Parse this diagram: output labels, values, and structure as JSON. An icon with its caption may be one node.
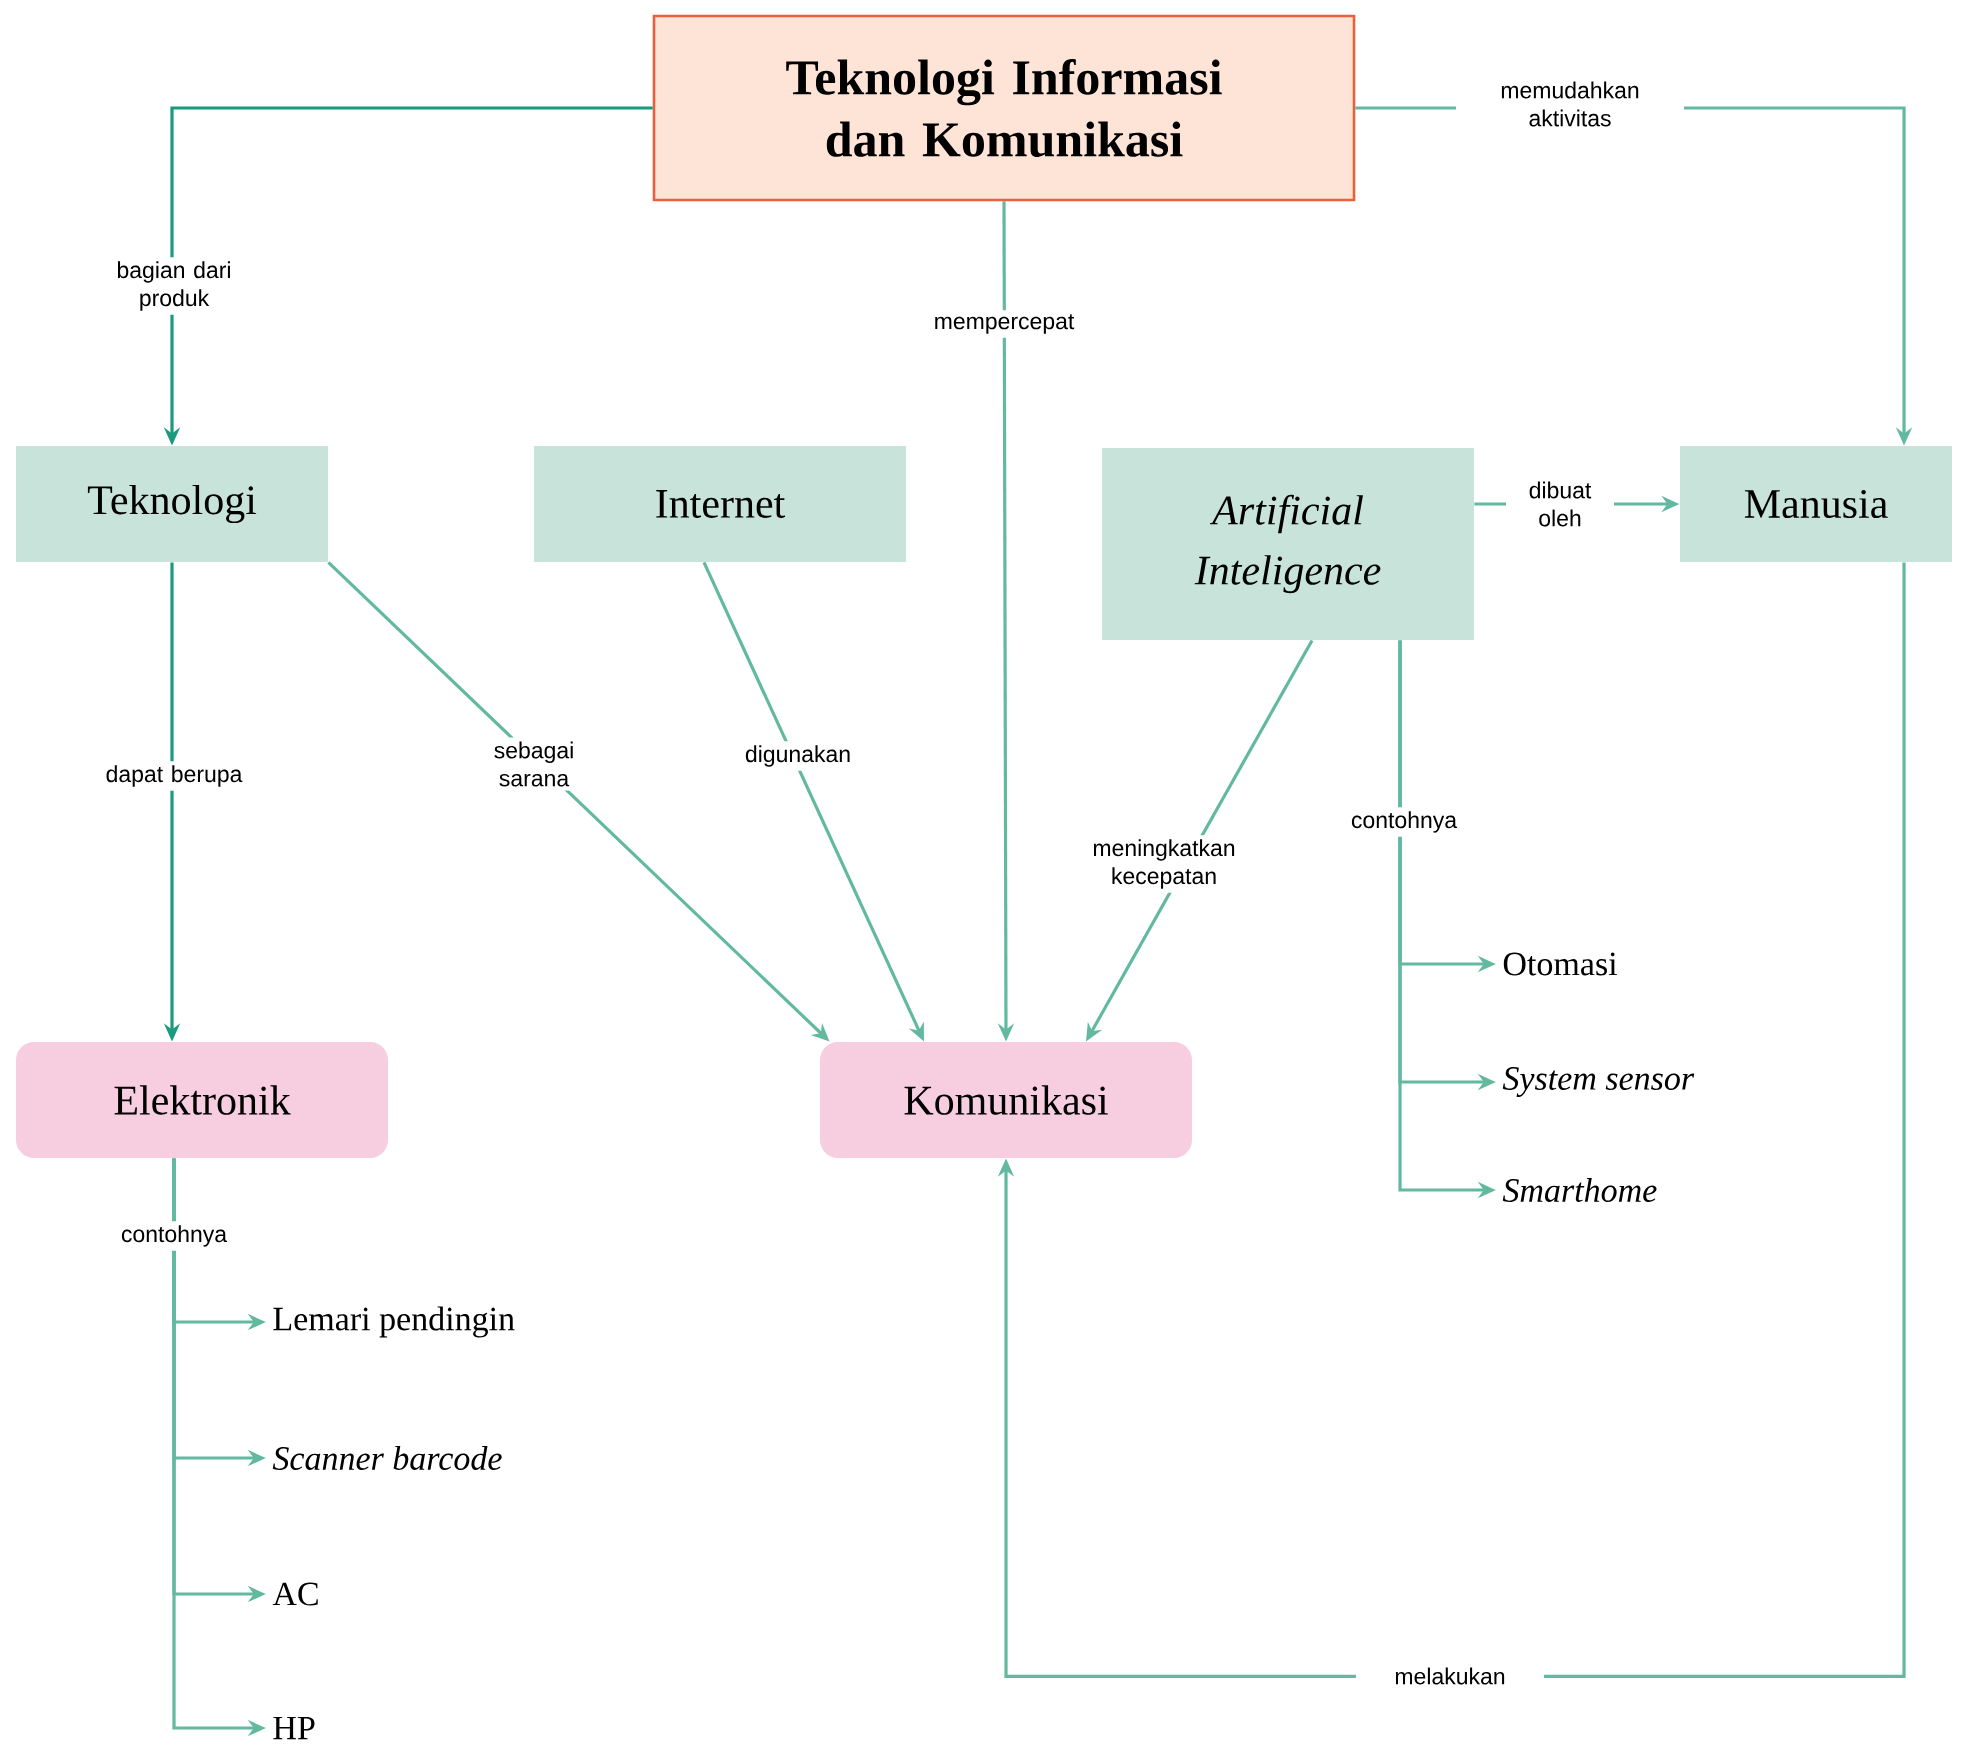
{
  "diagram": {
    "nodes": [
      {
        "text": [
          "Teknologi Informasi dan Komunikasi"
        ]
      },
      {
        "text": [
          "Teknologi"
        ]
      },
      {
        "text": [
          "Internet"
        ]
      },
      {
        "text": [
          "Artificial Inteligence"
        ]
      },
      {
        "text": [
          "Manusia"
        ]
      },
      {
        "text": [
          "Elektronik"
        ]
      },
      {
        "text": [
          "Komunikasi"
        ]
      },
      {
        "text": [
          "Otomasi"
        ]
      },
      {
        "text": [
          "System sensor"
        ]
      },
      {
        "text": [
          "Smarthome"
        ]
      },
      {
        "text": [
          "Lemari pendingin"
        ]
      },
      {
        "text": [
          "Scanner barcode"
        ]
      },
      {
        "text": [
          "AC"
        ]
      },
      {
        "text": [
          "HP"
        ]
      }
    ],
    "edges": [
      {
        "from": 0,
        "to": 1,
        "arrow": "to",
        "label": "bagian dari produk",
        "color": "#1a9a7e"
      },
      {
        "from": 0,
        "to": 6,
        "arrow": "to",
        "label": "mempercepat"
      },
      {
        "from": 0,
        "to": 4,
        "arrow": "to",
        "label": "memudahkan aktivitas"
      },
      {
        "from": 1,
        "to": 5,
        "arrow": "to",
        "label": "dapat berupa",
        "color": "#1a9a7e"
      },
      {
        "from": 1,
        "to": 6,
        "arrow": "to",
        "label": "sebagai sarana"
      },
      {
        "from": 2,
        "to": 6,
        "arrow": "to",
        "label": "digunakan"
      },
      {
        "from": 3,
        "to": 6,
        "arrow": "to",
        "label": "meningkatkan kecepatan"
      },
      {
        "from": 3,
        "to": 4,
        "arrow": "to",
        "label": "dibuat oleh"
      },
      {
        "from": 3,
        "to": 7,
        "arrow": "to",
        "label": "contohnya"
      },
      {
        "from": 3,
        "to": 8,
        "arrow": "to"
      },
      {
        "from": 3,
        "to": 9,
        "arrow": "to"
      },
      {
        "from": 5,
        "to": 10,
        "arrow": "to",
        "label": "contohnya"
      },
      {
        "from": 5,
        "to": 11,
        "arrow": "to"
      },
      {
        "from": 5,
        "to": 12,
        "arrow": "to"
      },
      {
        "from": 5,
        "to": 13,
        "arrow": "to"
      },
      {
        "from": 4,
        "to": 6,
        "arrow": "to",
        "label": "melakukan"
      }
    ]
  }
}
